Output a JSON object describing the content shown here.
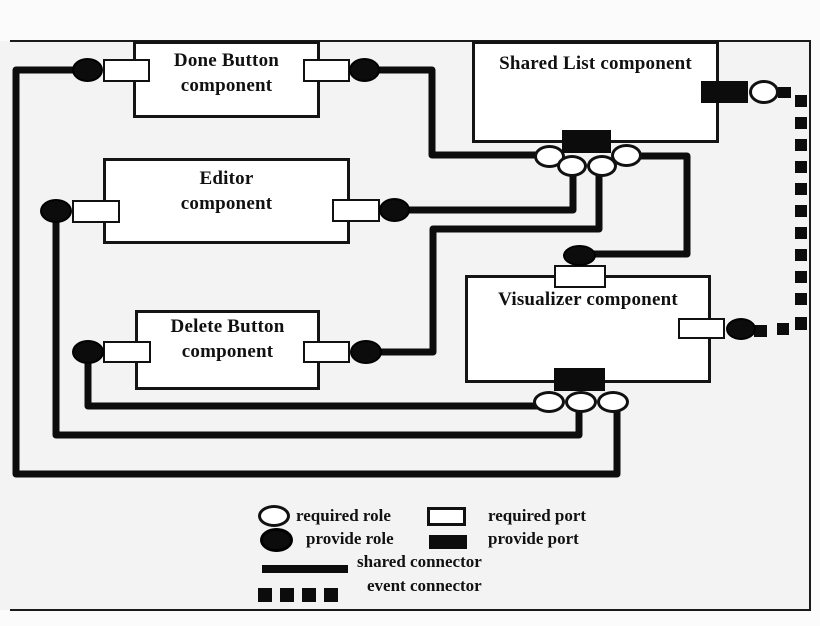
{
  "components": {
    "done_button": {
      "title": "Done Button\ncomponent"
    },
    "editor": {
      "title": "Editor\ncomponent"
    },
    "delete_button": {
      "title": "Delete Button\ncomponent"
    },
    "shared_list": {
      "title": "Shared List component"
    },
    "visualizer": {
      "title": "Visualizer component"
    }
  },
  "legend": {
    "required_role": "required role",
    "provide_role": "provide role",
    "required_port": "required port",
    "provide_port": "provide port",
    "shared_connector": "shared connector",
    "event_connector": "event connector"
  },
  "colors": {
    "stroke": "#0c0c0c",
    "box_fill": "#ffffff",
    "diagram_background": "#f3f3f3"
  }
}
